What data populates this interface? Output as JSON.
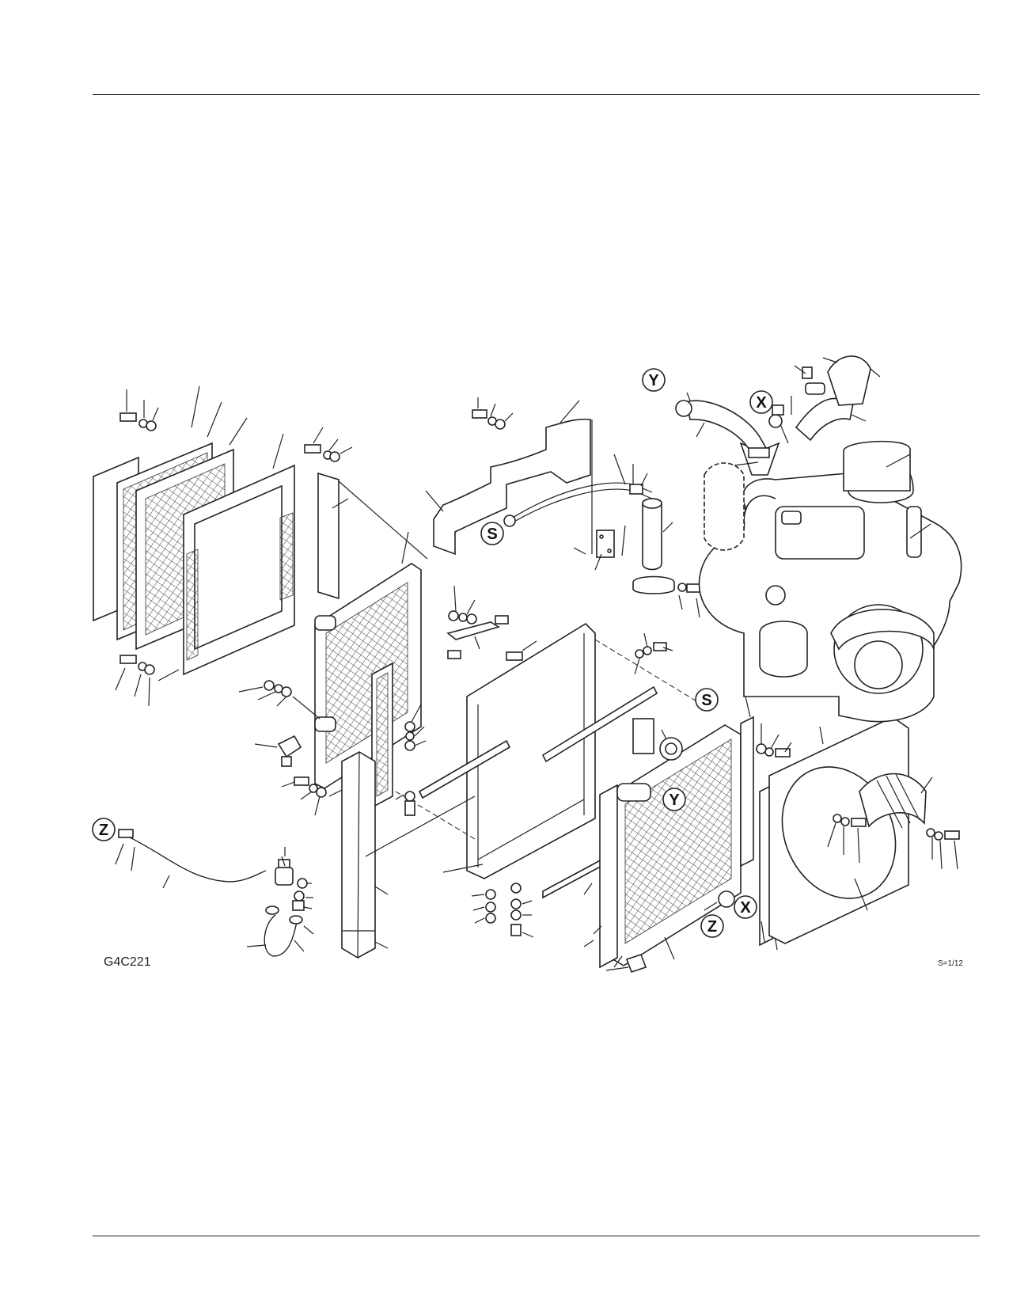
{
  "figure": {
    "code": "G4C221",
    "scale": "S=1/12"
  },
  "callouts": {
    "Y": "Y",
    "X": "X",
    "S": "S",
    "Z": "Z"
  }
}
